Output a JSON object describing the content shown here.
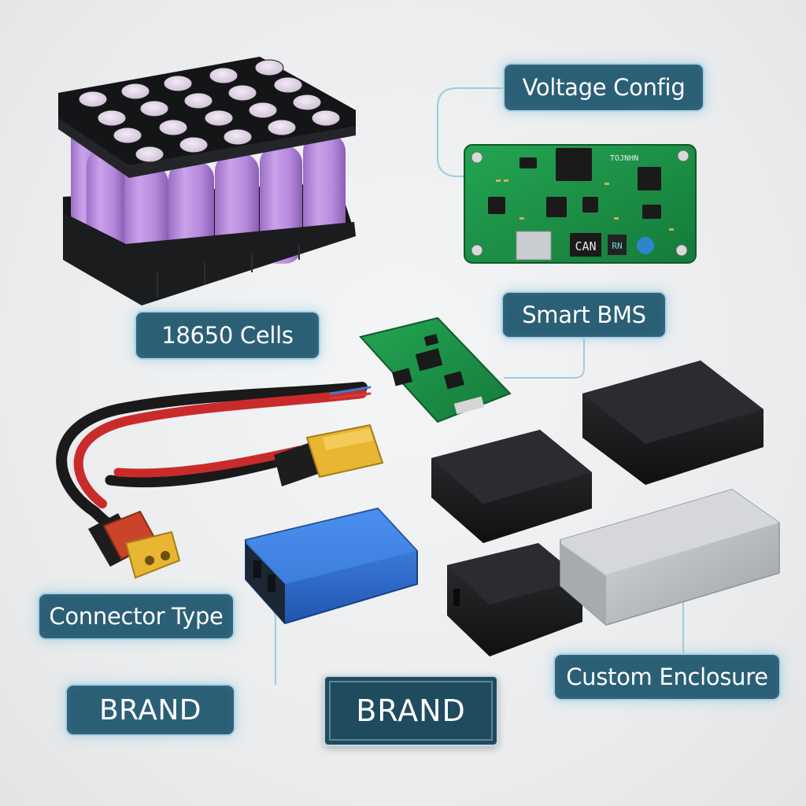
{
  "labels": {
    "voltage_config": "Voltage Config",
    "smart_bms": "Smart BMS",
    "cells": "18650 Cells",
    "connector_type": "Connector Type",
    "brand_tag": "BRAND",
    "custom_enclosure": "Custom Enclosure"
  },
  "brand_plate": {
    "text": "BRAND"
  },
  "pcb_large": {
    "chip_can": "CAN",
    "chip_rn": "RN",
    "silkscreen": "TOJNHN"
  },
  "colors": {
    "label_bg": "#2b5f76",
    "label_border": "#a9d3e6",
    "cell_purple": "#b48ad6",
    "pcb_green": "#1f9a4a",
    "cable_red": "#c92b2b",
    "xt_yellow": "#e8b632",
    "pouch_blue": "#2f6fd0"
  }
}
